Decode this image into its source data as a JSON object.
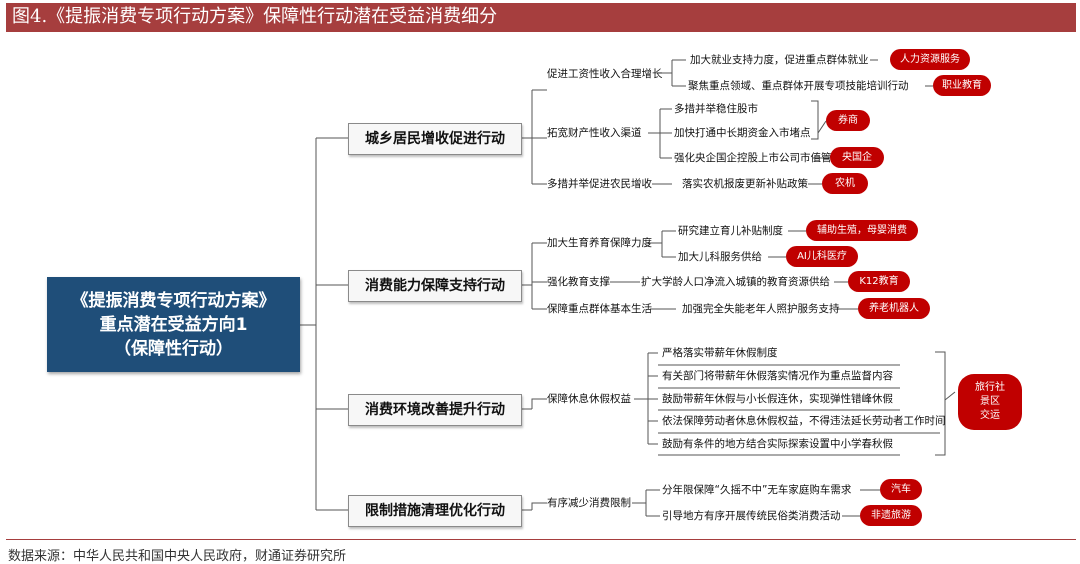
{
  "header": {
    "title": "图4.《提振消费专项行动方案》保障性行动潜在受益消费细分"
  },
  "root": {
    "lines": [
      "《提振消费专项行动方案》",
      "重点潜在受益方向1",
      "（保障性行动）"
    ]
  },
  "branches": [
    {
      "title": "城乡居民增收促进行动",
      "subs": [
        {
          "label": "促进工资性收入合理增长",
          "items": [
            "加大就业支持力度，促进重点群体就业",
            "聚焦重点领域、重点群体开展专项技能培训行动"
          ]
        },
        {
          "label": "拓宽财产性收入渠道",
          "items": [
            "多措并举稳住股市",
            "加快打通中长期资金入市堵点",
            "强化央企国企控股上市公司市值管理"
          ]
        },
        {
          "label": "多措并举促进农民增收",
          "items": [
            "落实农机报废更新补贴政策"
          ]
        }
      ],
      "tags": [
        "人力资源服务",
        "职业教育",
        "券商",
        "央国企",
        "农机"
      ]
    },
    {
      "title": "消费能力保障支持行动",
      "subs": [
        {
          "label": "加大生育养育保障力度",
          "items": [
            "研究建立育儿补贴制度",
            "加大儿科服务供给"
          ]
        },
        {
          "label": "强化教育支撑",
          "items": [
            "扩大学龄人口净流入城镇的教育资源供给"
          ]
        },
        {
          "label": "保障重点群体基本生活",
          "items": [
            "加强完全失能老年人照护服务支持"
          ]
        }
      ],
      "tags": [
        "辅助生殖，母婴消费",
        "AI儿科医疗",
        "K12教育",
        "养老机器人"
      ]
    },
    {
      "title": "消费环境改善提升行动",
      "subs": [
        {
          "label": "保障休息休假权益",
          "items": [
            "严格落实带薪年休假制度",
            "有关部门将带薪年休假落实情况作为重点监督内容",
            "鼓励带薪年休假与小长假连休，实现弹性错峰休假",
            "依法保障劳动者休息休假权益，不得违法延长劳动者工作时间",
            "鼓励有条件的地方结合实际探索设置中小学春秋假"
          ]
        }
      ],
      "tags": [
        "旅行社",
        "景区",
        "交运"
      ]
    },
    {
      "title": "限制措施清理优化行动",
      "subs": [
        {
          "label": "有序减少消费限制",
          "items": [
            "分年限保障“久摇不中”无车家庭购车需求",
            "引导地方有序开展传统民俗类消费活动"
          ]
        }
      ],
      "tags": [
        "汽车",
        "非遗旅游"
      ]
    }
  ],
  "footer": {
    "source": "数据来源：中华人民共和国中央人民政府，财通证券研究所"
  },
  "colors": {
    "brand_red": "#a63e3e",
    "tag_red": "#c00000",
    "root_blue": "#1f4e79",
    "line_gray": "#555555"
  }
}
